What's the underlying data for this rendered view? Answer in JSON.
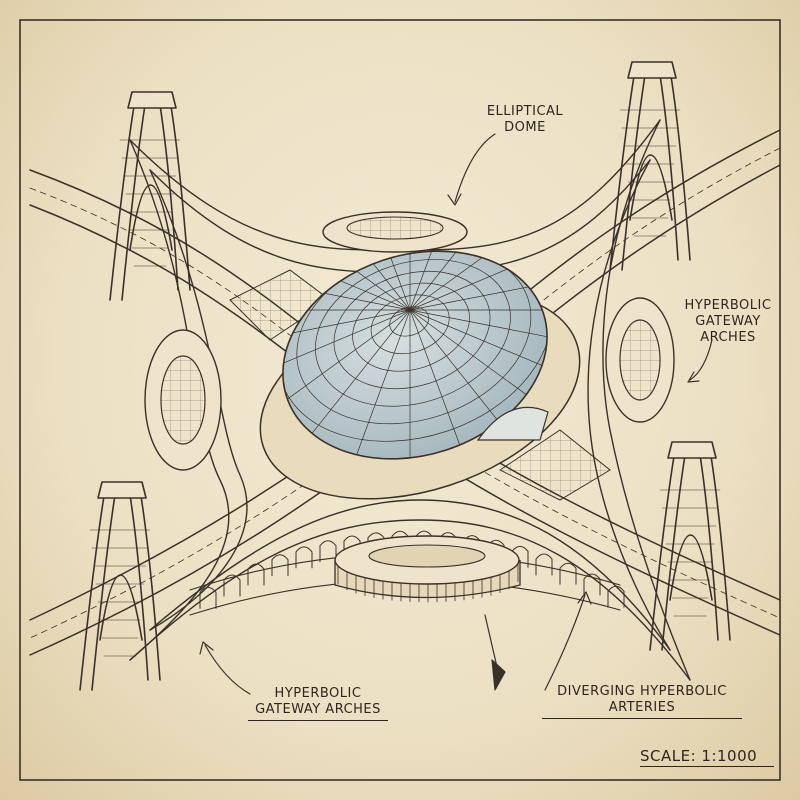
{
  "labels": {
    "dome": [
      "ELLIPTICAL",
      "DOME"
    ],
    "hyperbolic_right": [
      "HYPERBOLIC",
      "GATEWAY",
      "ARCHES"
    ],
    "hyperbolic_left": [
      "HYPERBOLIC",
      "GATEWAY ARCHES"
    ],
    "arteries": [
      "DIVERGING HYPERBOLIC",
      "ARTERIES"
    ],
    "scale": "SCALE: 1:1000"
  },
  "colors": {
    "paper": "#ece0c4",
    "ink": "#3a3128",
    "glass": "#a9bcc4"
  }
}
